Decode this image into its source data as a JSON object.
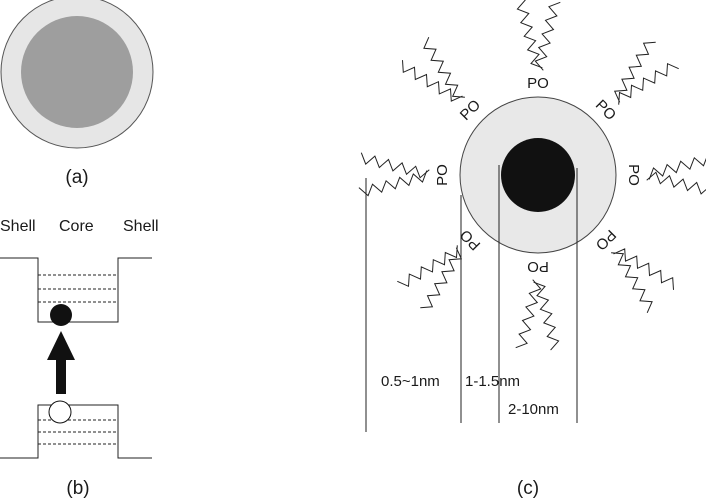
{
  "panel_a": {
    "caption": "(a)",
    "shell_color": "#e6e6e6",
    "core_color": "#9e9e9e"
  },
  "panel_b": {
    "caption": "(b)",
    "label_shell_left": "Shell",
    "label_core": "Core",
    "label_shell_right": "Shell",
    "electron_color": "#111111",
    "hole_color": "#ffffff",
    "arrow": "up-arrow"
  },
  "panel_c": {
    "caption": "(c)",
    "ligand_label": "PO",
    "ligand_count": 8,
    "dim_ligand": "0.5~1nm",
    "dim_shell": "1-1.5nm",
    "dim_core": "2-10nm",
    "shell_color": "#e8e8e8",
    "core_color": "#111111"
  }
}
